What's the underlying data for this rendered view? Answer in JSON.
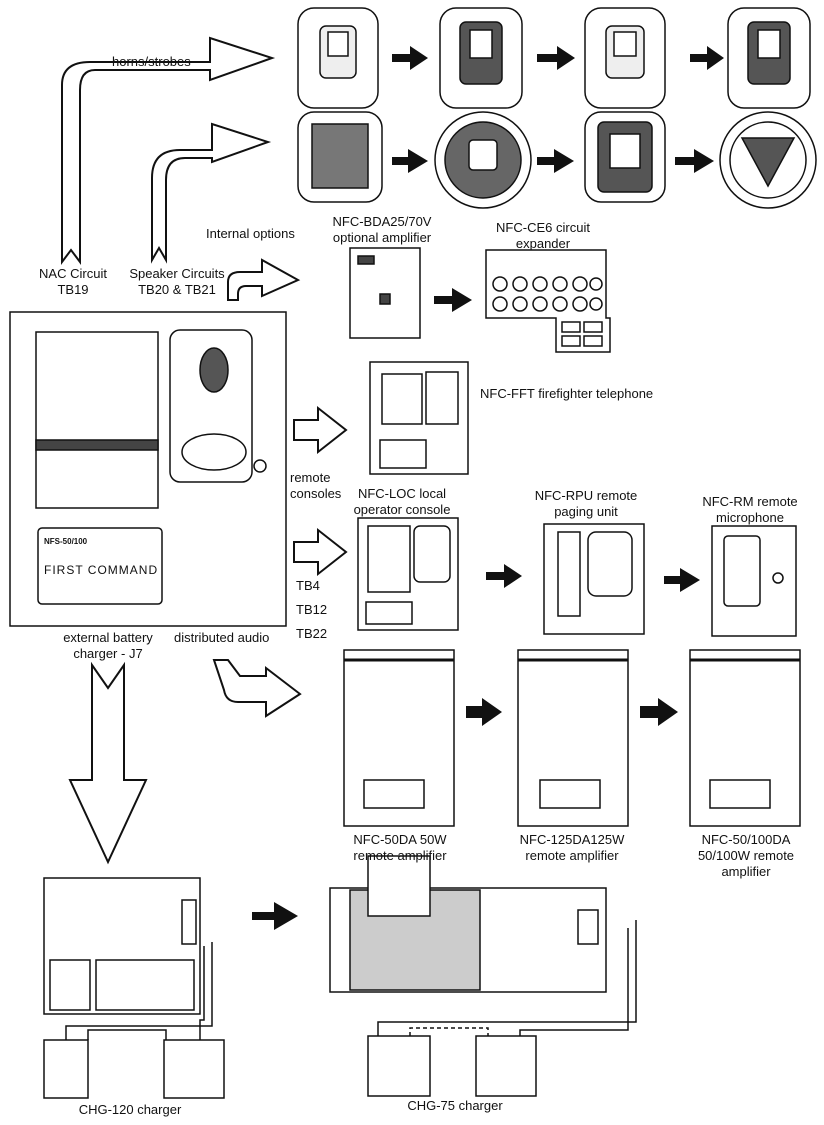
{
  "labels": {
    "horns_strobes": "horns/strobes",
    "internal_options": "Internal options",
    "nac_circuit": "NAC Circuit",
    "nac_tb": "TB19",
    "speaker_circuits": "Speaker Circuits",
    "speaker_tb": "TB20 & TB21",
    "bda_line1": "NFC-BDA25/70V",
    "bda_line2": "optional amplifier",
    "ce6_line1": "NFC-CE6 circuit",
    "ce6_line2": "expander",
    "fft": "NFC-FFT firefighter telephone",
    "remote_line1": "remote",
    "remote_line2": "consoles",
    "loc_line1": "NFC-LOC local",
    "loc_line2": "operator console",
    "rpu_line1": "NFC-RPU remote",
    "rpu_line2": "paging unit",
    "rm_line1": "NFC-RM remote",
    "rm_line2": "microphone",
    "tb4": "TB4",
    "tb12": "TB12",
    "tb22": "TB22",
    "ext_batt_line1": "external battery",
    "ext_batt_line2": "charger - J7",
    "dist_audio": "distributed audio",
    "da50_line1": "NFC-50DA 50W",
    "da50_line2": "remote amplifier",
    "da125_line1": "NFC-125DA125W",
    "da125_line2": "remote amplifier",
    "da100_line1": "NFC-50/100DA",
    "da100_line2": "50/100W remote",
    "da100_line3": "amplifier",
    "chg120": "CHG-120 charger",
    "chg75": "CHG-75 charger"
  },
  "panel": {
    "model": "NFS-50/100",
    "brand": "FIRST COMMAND"
  }
}
